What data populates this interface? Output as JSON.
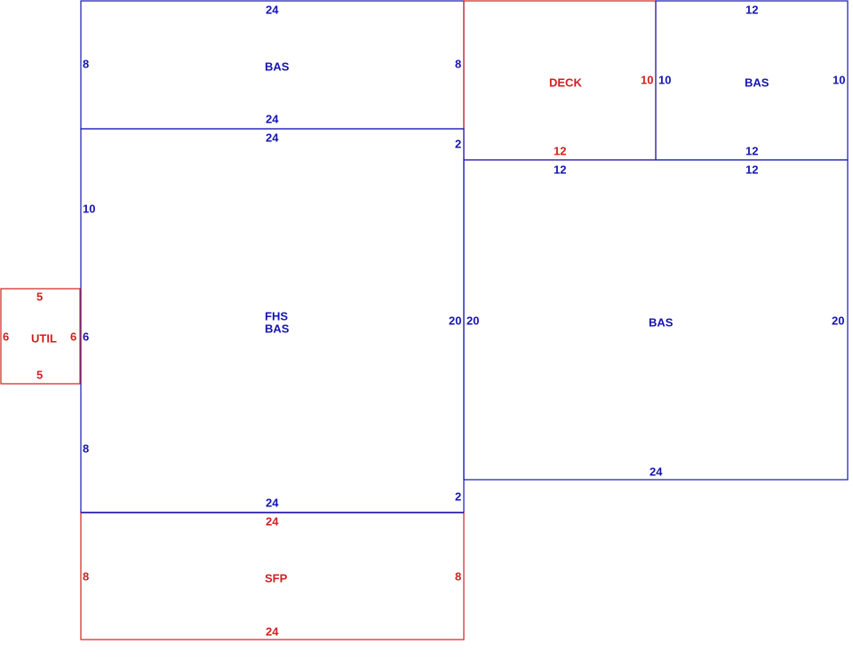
{
  "colors": {
    "living_area": "#1414b4",
    "other_area": "#d21e1e"
  },
  "areas": [
    {
      "id": "bas-top",
      "labels": [
        "BAS"
      ],
      "color": "blue",
      "dims": {
        "top": "24",
        "bottom": "24",
        "left": "8",
        "right": "8"
      }
    },
    {
      "id": "deck",
      "labels": [
        "DECK"
      ],
      "color": "red",
      "dims": {
        "bottom": "12",
        "right": "10"
      }
    },
    {
      "id": "bas-top-right",
      "labels": [
        "BAS"
      ],
      "color": "blue",
      "dims": {
        "top": "12",
        "bottom": "12",
        "left": "10",
        "right": "10"
      }
    },
    {
      "id": "fhs-bas",
      "labels": [
        "FHS",
        "BAS"
      ],
      "color": "blue",
      "dims": {
        "top": "24",
        "bottom": "24",
        "left_upper": "10",
        "left_mid": "6",
        "left_lower": "8",
        "right_upper": "2",
        "right_mid": "20",
        "right_lower": "2"
      }
    },
    {
      "id": "bas-right",
      "labels": [
        "BAS"
      ],
      "color": "blue",
      "dims": {
        "top_left": "12",
        "top_right": "12",
        "bottom": "24",
        "left": "20",
        "right": "20"
      }
    },
    {
      "id": "util",
      "labels": [
        "UTIL"
      ],
      "color": "red",
      "dims": {
        "top": "5",
        "bottom": "5",
        "left": "6",
        "right": "6"
      }
    },
    {
      "id": "sfp",
      "labels": [
        "SFP"
      ],
      "color": "red",
      "dims": {
        "top": "24",
        "bottom": "24",
        "left": "8",
        "right": "8"
      }
    }
  ]
}
